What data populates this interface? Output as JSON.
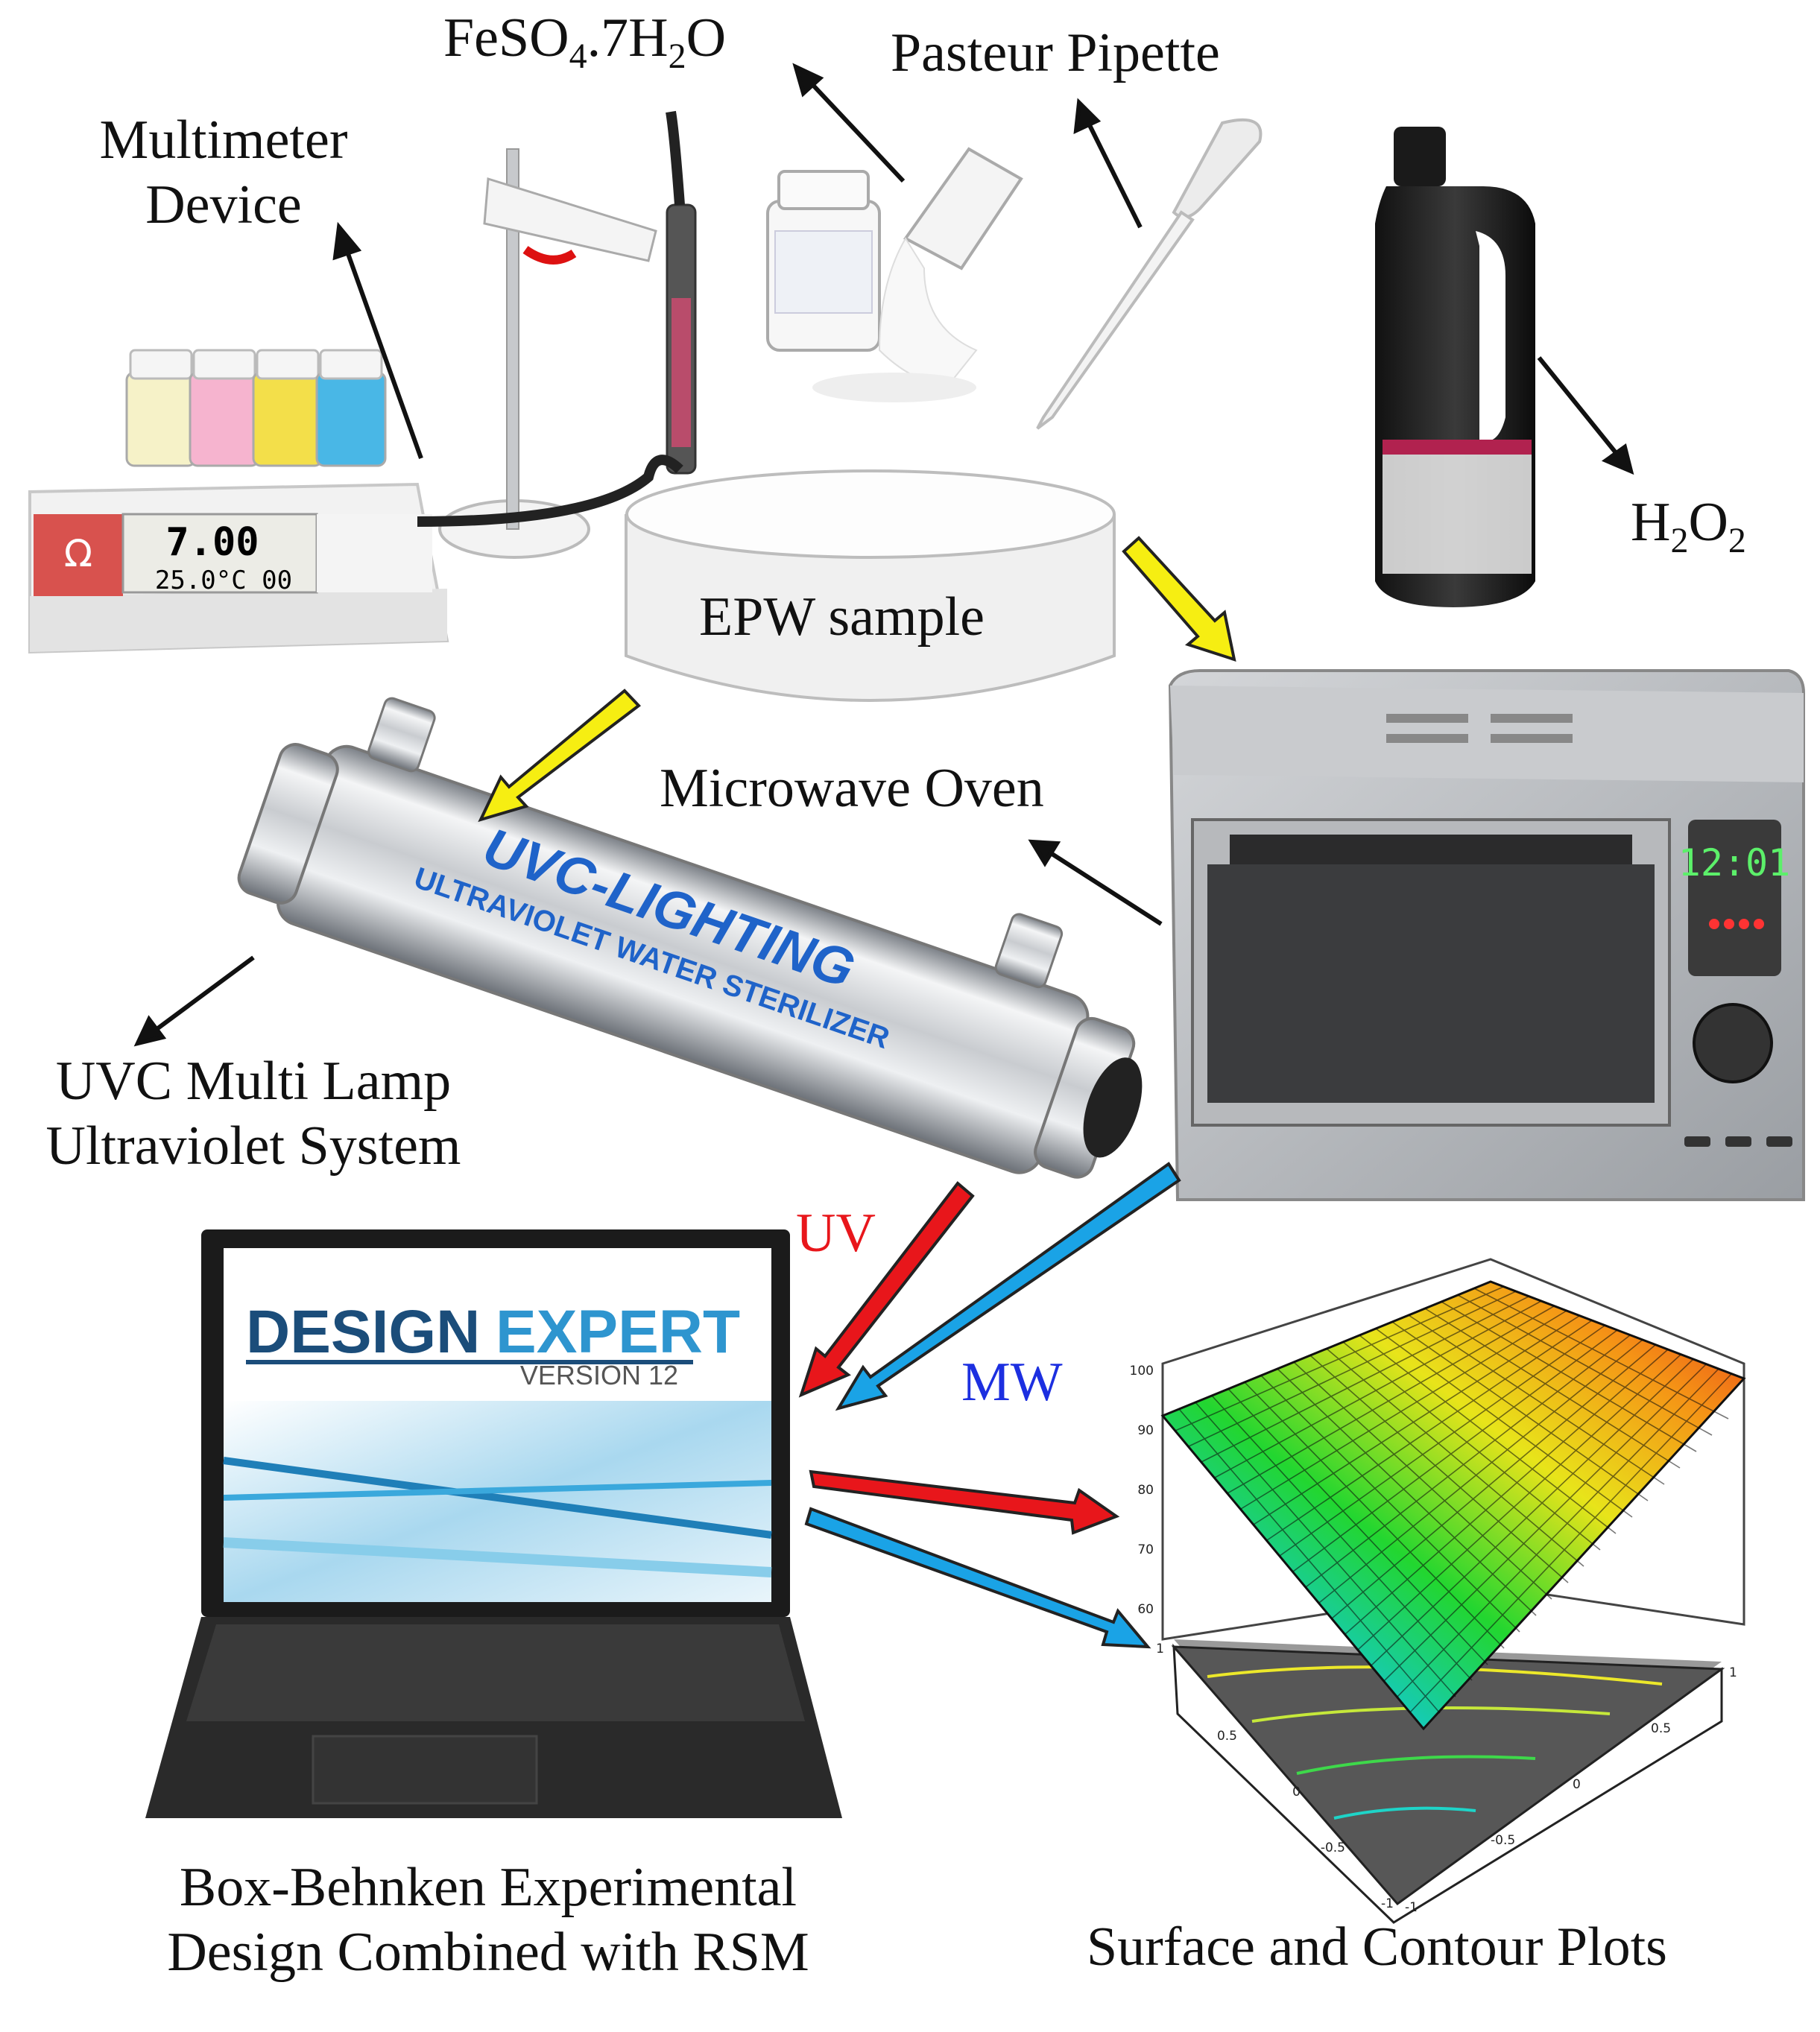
{
  "labels": {
    "multimeter_line1": "Multimeter",
    "multimeter_line2": "Device",
    "feso4_base": "FeSO",
    "feso4_sub4": "4",
    "feso4_mid": ".7H",
    "feso4_sub2": "2",
    "feso4_end": "O",
    "pasteur": "Pasteur Pipette",
    "h2o2_h": "H",
    "h2o2_sub1": "2",
    "h2o2_o": "O",
    "h2o2_sub2": "2",
    "epw": "EPW sample",
    "microwave": "Microwave Oven",
    "uvc_line1": "UVC Multi Lamp",
    "uvc_line2": "Ultraviolet System",
    "uv_arrow": "UV",
    "mw_arrow": "MW",
    "bbd_line1": "Box-Behnken Experimental",
    "bbd_line2": "Design Combined with RSM",
    "plots": "Surface and Contour Plots"
  },
  "device_text": {
    "ph_value": "7.00",
    "temp_value": "25.0°C 00",
    "uvc_brand": "UVC-LIGHTING",
    "uvc_subtitle": "ULTRAVIOLET WATER STERILIZER",
    "oven_clock": "12:01",
    "software_name_a": "DESIGN",
    "software_name_b": "EXPERT",
    "software_version": "VERSION 12"
  },
  "plot_ticks": {
    "z": [
      "100",
      "90",
      "80",
      "70",
      "60"
    ],
    "axis1": [
      "1",
      "0.5",
      "0",
      "-0.5",
      "-1"
    ],
    "axis2": [
      "1",
      "0.5",
      "0",
      "-0.5",
      "-1"
    ]
  },
  "colors": {
    "yellow_arrow": "#f6ee12",
    "red_arrow": "#e8161b",
    "blue_arrow": "#1aa3e6",
    "uv_text": "#e8161b",
    "mw_text": "#1c2fe0",
    "uvc_text": "#1f63c9"
  }
}
